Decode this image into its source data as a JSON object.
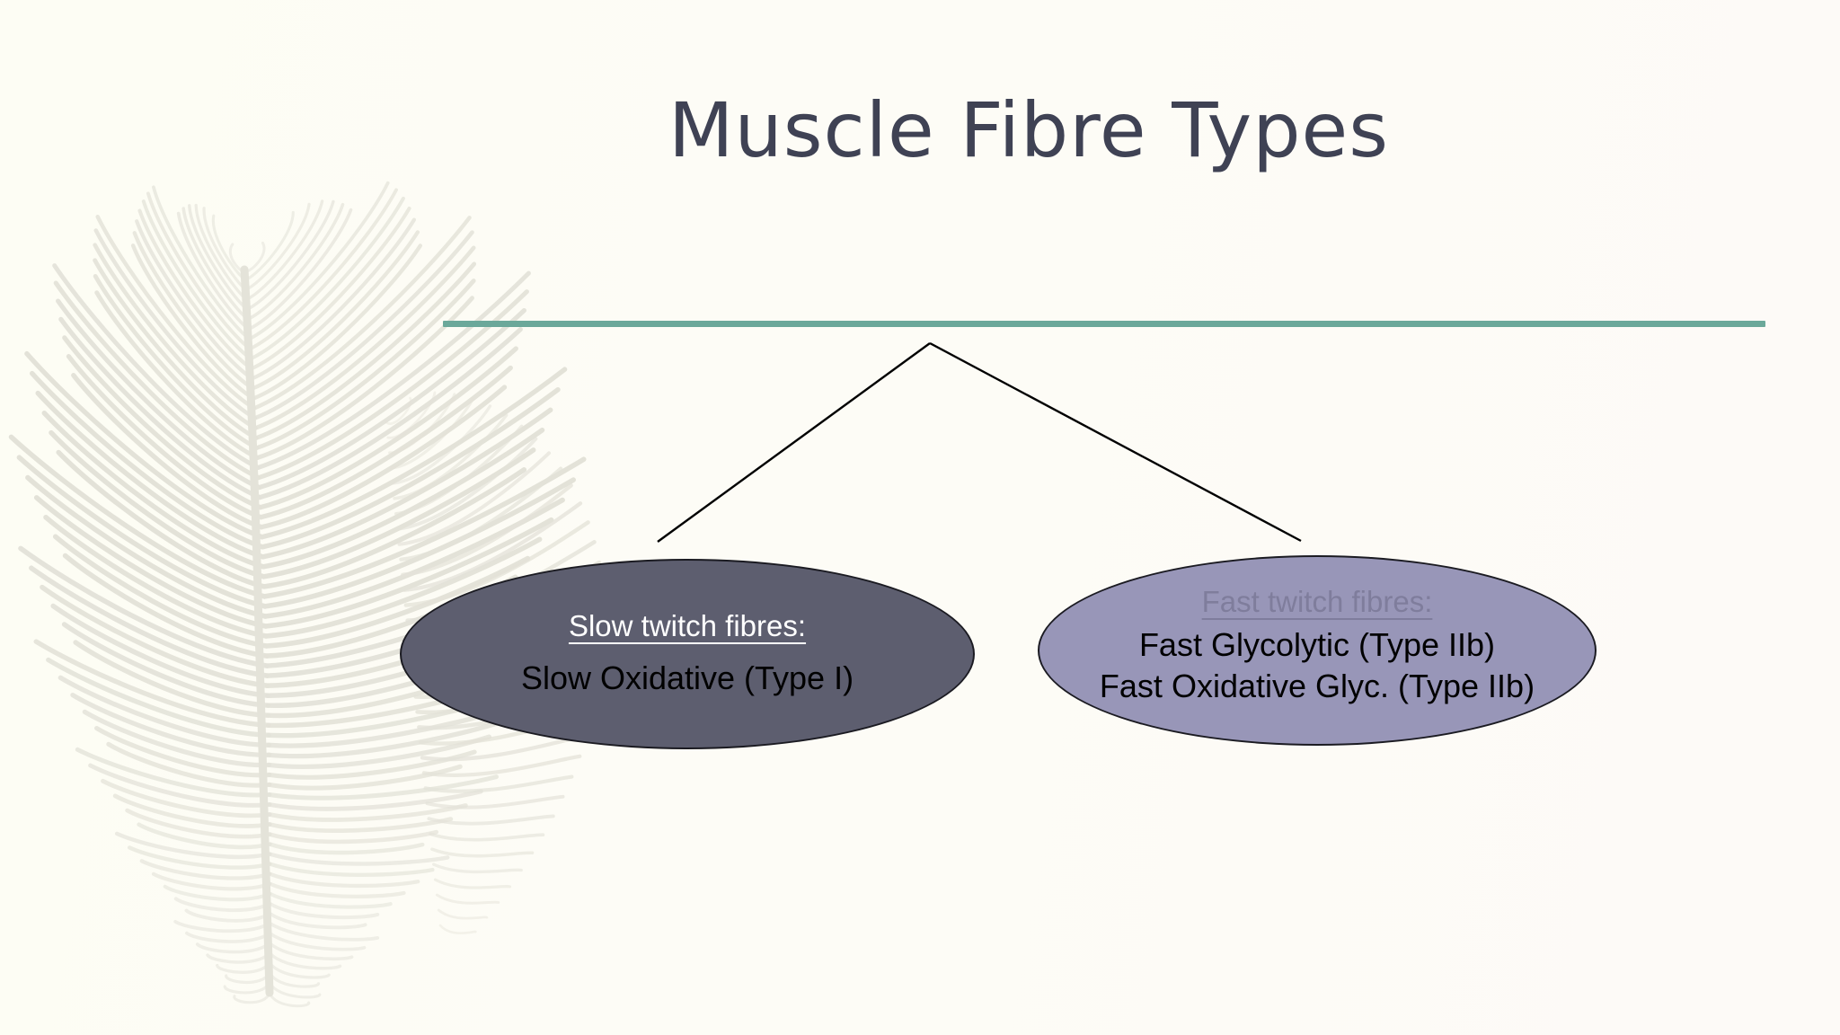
{
  "slide": {
    "title": "Muscle Fibre Types",
    "background_color": "#fdfdf5",
    "accent_rule_color": "#6ba89a",
    "title_color": "#3f4254",
    "watermark": "feather-plume-watermark",
    "watermark_color": "#e3e2d8"
  },
  "diagram": {
    "connector_color": "#000000",
    "nodes": [
      {
        "id": "slow-twitch",
        "heading": "Slow twitch fibres:",
        "heading_color": "#ffffff",
        "fill_color": "#5d5e6f",
        "border_color": "#1b1b22",
        "lines": [
          "Slow Oxidative (Type I)"
        ]
      },
      {
        "id": "fast-twitch",
        "heading": "Fast twitch fibres:",
        "heading_color": "#7f7d9c",
        "fill_color": "#9896b8",
        "border_color": "#1b1b22",
        "lines": [
          "Fast Glycolytic (Type IIb)",
          "Fast Oxidative Glyc. (Type IIb)"
        ]
      }
    ]
  }
}
